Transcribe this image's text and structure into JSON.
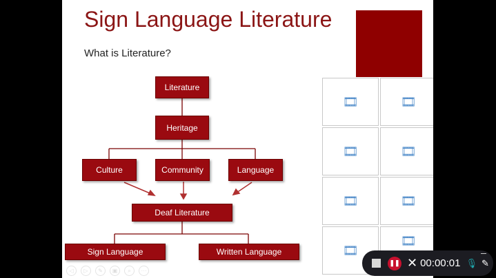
{
  "slide": {
    "title": "Sign Language Literature",
    "subtitle": "What is Literature?",
    "nodes": {
      "literature": "Literature",
      "heritage": "Heritage",
      "culture": "Culture",
      "community": "Community",
      "language": "Language",
      "deaf_literature": "Deaf Literature",
      "sign_language": "Sign Language",
      "written_language": "Written Language"
    }
  },
  "video_tiles": {
    "icon": "film-icon",
    "count": 8
  },
  "recorder": {
    "timer": "00:00:01",
    "accent": "#c8102e",
    "mic_color": "#1fa3a8"
  },
  "colors": {
    "brand": "#9a0a10"
  }
}
